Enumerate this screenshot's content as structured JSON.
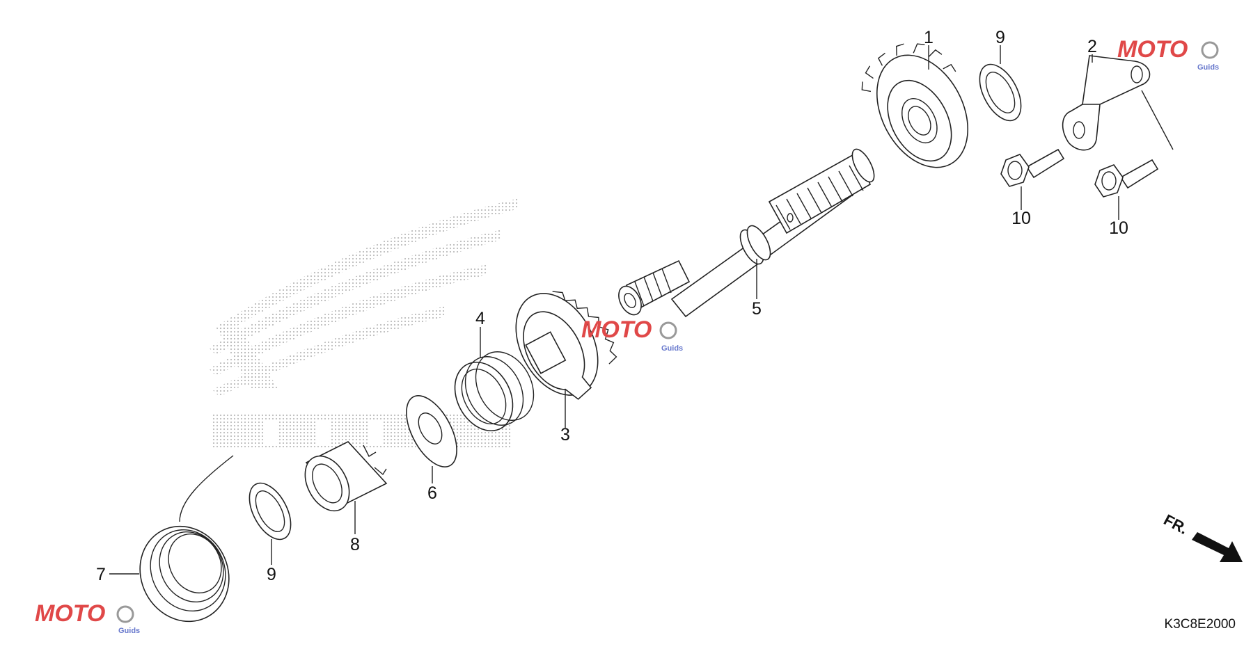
{
  "diagram": {
    "callouts": [
      {
        "id": "c1",
        "label": "1"
      },
      {
        "id": "c2",
        "label": "2"
      },
      {
        "id": "c3",
        "label": "3"
      },
      {
        "id": "c4",
        "label": "4"
      },
      {
        "id": "c5",
        "label": "5"
      },
      {
        "id": "c6",
        "label": "6"
      },
      {
        "id": "c7",
        "label": "7"
      },
      {
        "id": "c8",
        "label": "8"
      },
      {
        "id": "c9a",
        "label": "9"
      },
      {
        "id": "c9b",
        "label": "9"
      },
      {
        "id": "c10a",
        "label": "10"
      },
      {
        "id": "c10b",
        "label": "10"
      }
    ],
    "diagram_code": "K3C8E2000",
    "direction_label": "FR.",
    "watermark": {
      "brand": "MOTO",
      "sub": "Guids"
    }
  },
  "colors": {
    "line": "#222222",
    "watermark_red": "#e04848",
    "watermark_blue": "#6677cc",
    "logo_dots": "#bdbdbd"
  }
}
